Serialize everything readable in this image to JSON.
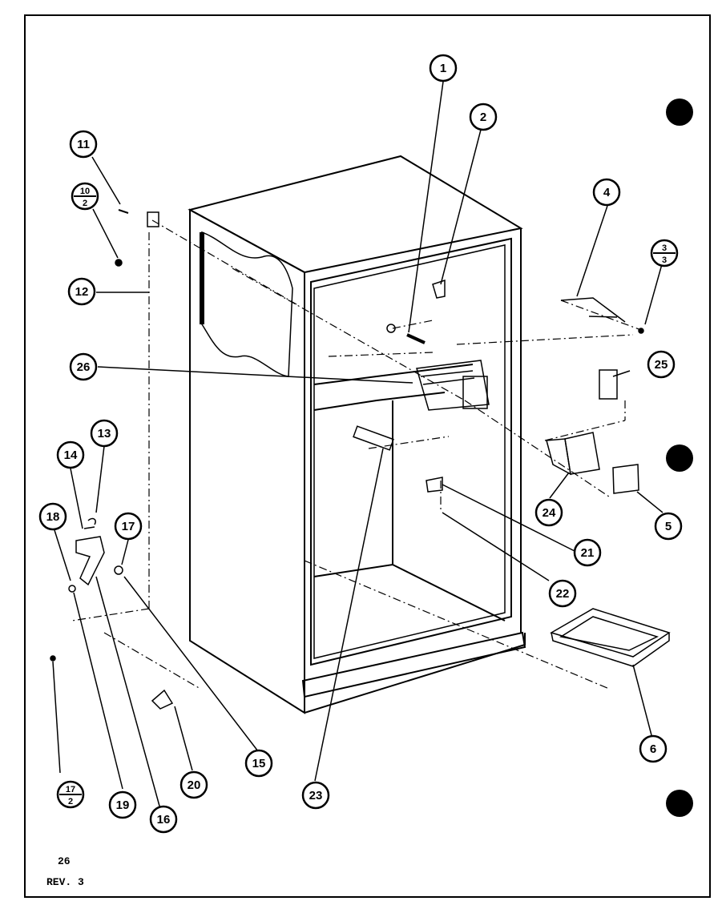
{
  "page": {
    "page_number": "26",
    "revision": "REV. 3"
  },
  "callouts": [
    {
      "id": "c1",
      "label": "1"
    },
    {
      "id": "c2",
      "label": "2"
    },
    {
      "id": "c4",
      "label": "4"
    },
    {
      "id": "c5",
      "label": "5"
    },
    {
      "id": "c6",
      "label": "6"
    },
    {
      "id": "c11",
      "label": "11"
    },
    {
      "id": "c12",
      "label": "12"
    },
    {
      "id": "c13",
      "label": "13"
    },
    {
      "id": "c14",
      "label": "14"
    },
    {
      "id": "c15",
      "label": "15"
    },
    {
      "id": "c16",
      "label": "16"
    },
    {
      "id": "c17",
      "label": "17"
    },
    {
      "id": "c18",
      "label": "18"
    },
    {
      "id": "c19",
      "label": "19"
    },
    {
      "id": "c20",
      "label": "20"
    },
    {
      "id": "c21",
      "label": "21"
    },
    {
      "id": "c22",
      "label": "22"
    },
    {
      "id": "c23",
      "label": "23"
    },
    {
      "id": "c24",
      "label": "24"
    },
    {
      "id": "c25",
      "label": "25"
    },
    {
      "id": "c26",
      "label": "26"
    }
  ],
  "fraction_callouts": [
    {
      "id": "f10",
      "top": "10",
      "bottom": "2"
    },
    {
      "id": "f3",
      "top": "3",
      "bottom": "3"
    },
    {
      "id": "f17",
      "top": "17",
      "bottom": "2"
    }
  ]
}
